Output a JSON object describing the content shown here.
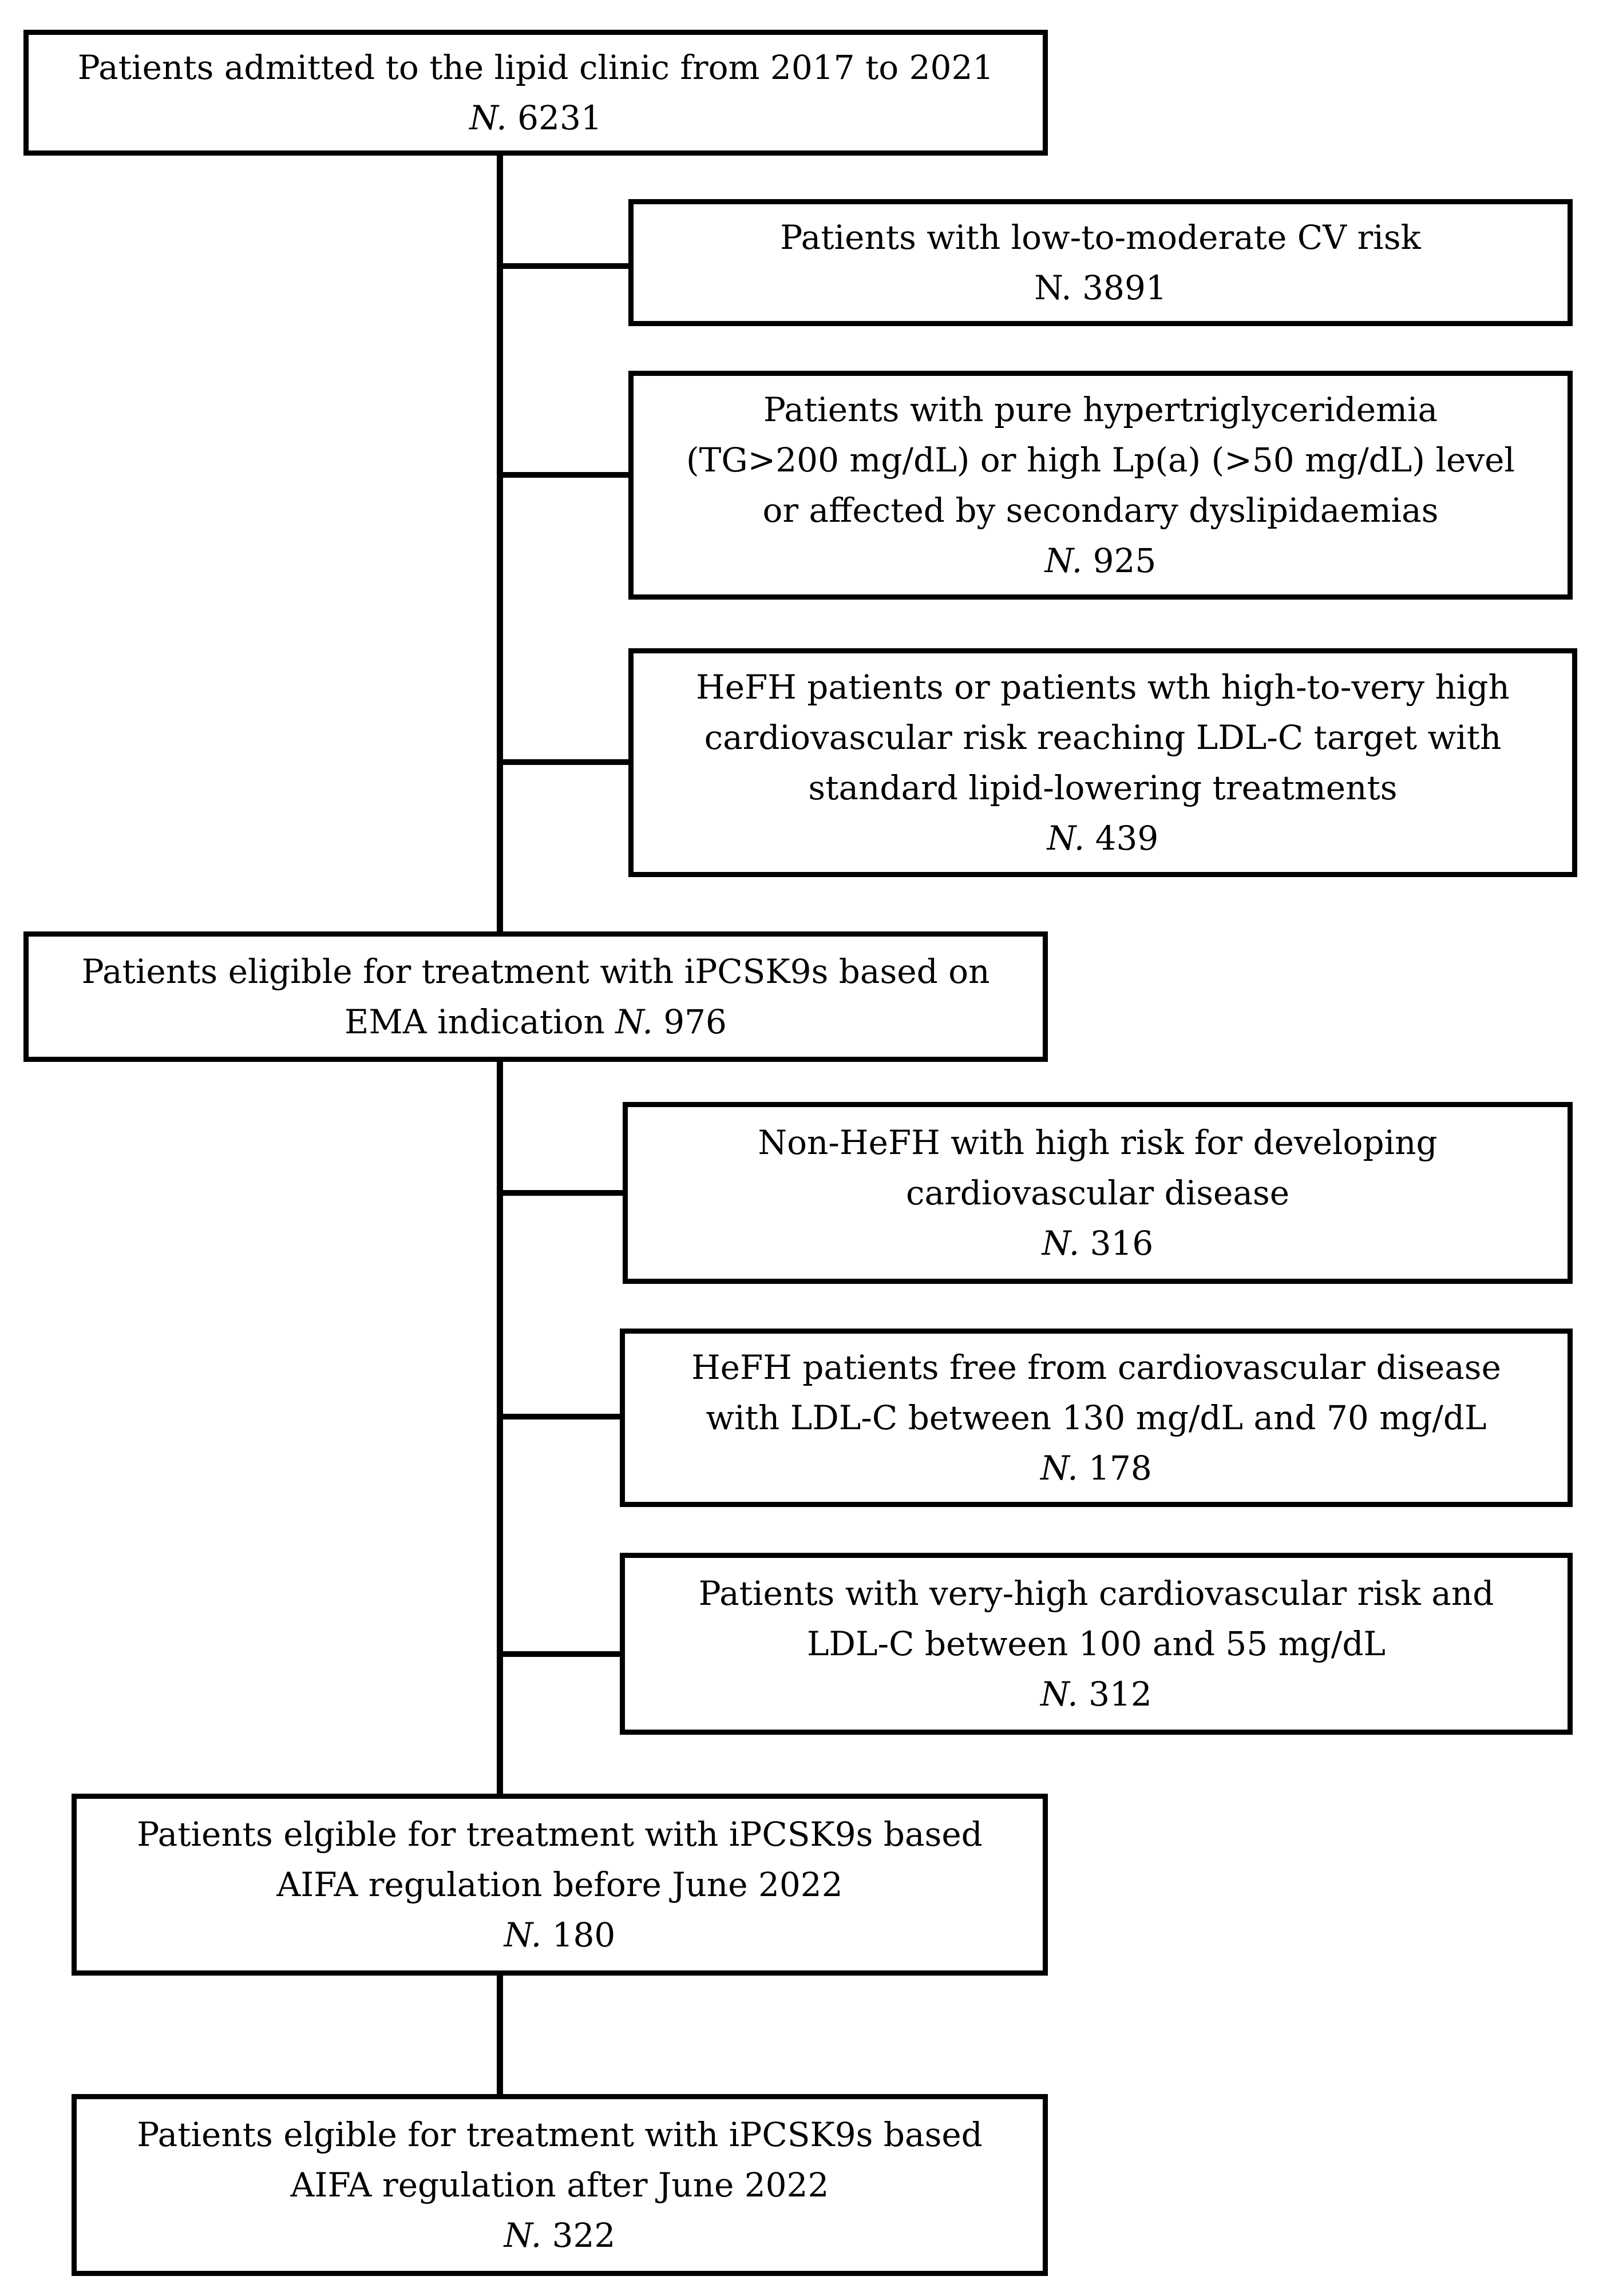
{
  "boxes": {
    "admitted": {
      "lines": [
        "Patients admitted to the lipid clinic from 2017 to 2021"
      ],
      "n_label": "N.",
      "n_value": "6231"
    },
    "low_moderate": {
      "lines": [
        "Patients with low-to-moderate CV risk"
      ],
      "n_label": "N.",
      "n_value": "3891"
    },
    "hypertrig": {
      "lines": [
        "Patients with pure hypertriglyceridemia",
        "(TG>200 mg/dL) or high Lp(a) (>50 mg/dL) level",
        "or affected by secondary dyslipidaemias"
      ],
      "n_label": "N.",
      "n_value": "925"
    },
    "hefh_target": {
      "lines": [
        "HeFH patients or patients wth high-to-very high",
        "cardiovascular risk reaching LDL-C target with",
        "standard lipid-lowering treatments"
      ],
      "n_label": "N.",
      "n_value": "439"
    },
    "ema_eligible": {
      "lines": [
        "Patients eligible for treatment with iPCSK9s based on"
      ],
      "tail_text": "EMA indication",
      "n_label": "N.",
      "n_value": "976"
    },
    "non_hefh": {
      "lines": [
        "Non-HeFH with high risk for developing",
        "cardiovascular disease"
      ],
      "n_label": "N.",
      "n_value": "316"
    },
    "hefh_free": {
      "lines": [
        "HeFH patients free from cardiovascular disease",
        "with LDL-C between 130 mg/dL and 70 mg/dL"
      ],
      "n_label": "N.",
      "n_value": "178"
    },
    "very_high": {
      "lines": [
        "Patients with very-high cardiovascular risk and",
        "LDL-C between 100 and 55 mg/dL"
      ],
      "n_label": "N.",
      "n_value": "312"
    },
    "aifa_before": {
      "lines": [
        "Patients elgible for treatment with iPCSK9s based",
        "AIFA regulation before June 2022"
      ],
      "n_label": "N.",
      "n_value": "180"
    },
    "aifa_after": {
      "lines": [
        "Patients elgible for treatment with iPCSK9s based",
        "AIFA regulation after June 2022"
      ],
      "n_label": "N.",
      "n_value": "322"
    }
  }
}
